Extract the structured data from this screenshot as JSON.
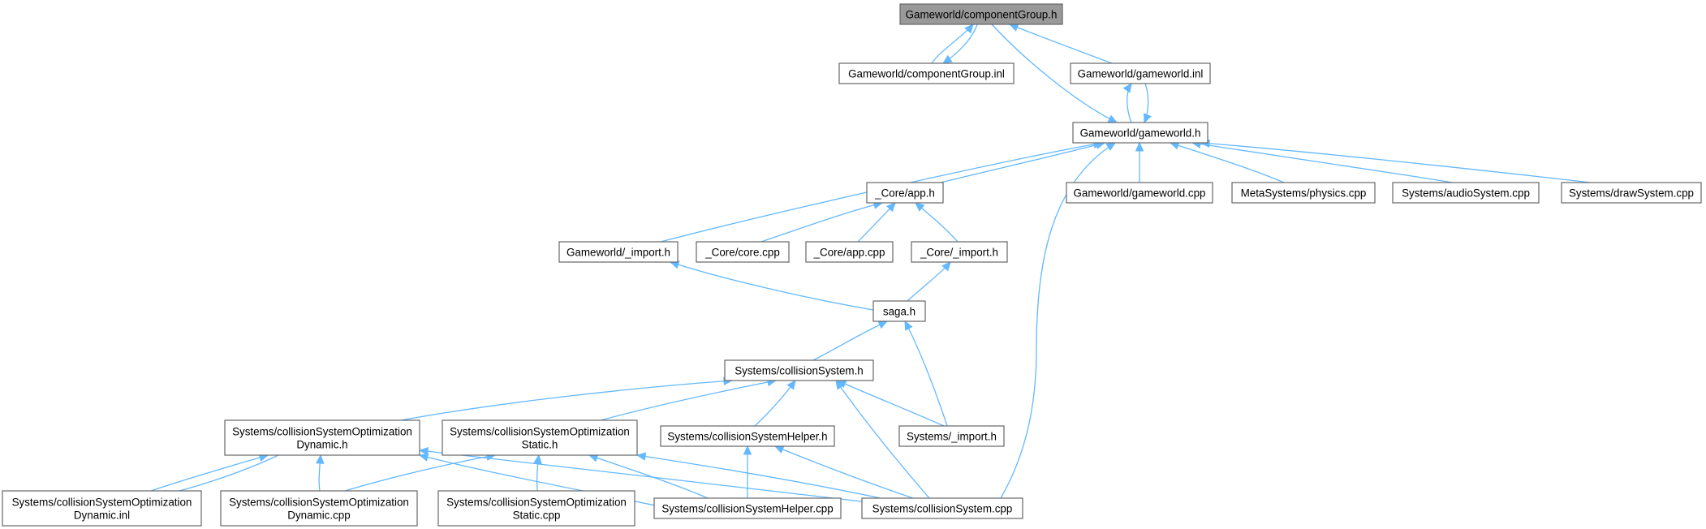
{
  "colors": {
    "edge": "#63b8ff",
    "node_border": "#666666",
    "root_fill": "#999999",
    "node_fill": "#ffffff"
  },
  "nodes": {
    "componentGroup_h": {
      "label": "Gameworld/componentGroup.h",
      "root": true
    },
    "componentGroup_inl": {
      "label": "Gameworld/componentGroup.inl"
    },
    "gameworld_inl": {
      "label": "Gameworld/gameworld.inl"
    },
    "gameworld_h": {
      "label": "Gameworld/gameworld.h"
    },
    "app_h": {
      "label": "_Core/app.h"
    },
    "gameworld_cpp": {
      "label": "Gameworld/gameworld.cpp"
    },
    "physics_cpp": {
      "label": "MetaSystems/physics.cpp"
    },
    "audioSystem_cpp": {
      "label": "Systems/audioSystem.cpp"
    },
    "drawSystem_cpp": {
      "label": "Systems/drawSystem.cpp"
    },
    "gw_import_h": {
      "label": "Gameworld/_import.h"
    },
    "core_cpp": {
      "label": "_Core/core.cpp"
    },
    "app_cpp": {
      "label": "_Core/app.cpp"
    },
    "core_import_h": {
      "label": "_Core/_import.h"
    },
    "saga_h": {
      "label": "saga.h"
    },
    "collisionSystem_h": {
      "label": "Systems/collisionSystem.h"
    },
    "csoDynamic_h": {
      "label": [
        "Systems/collisionSystemOptimization",
        "Dynamic.h"
      ]
    },
    "csoStatic_h": {
      "label": [
        "Systems/collisionSystemOptimization",
        "Static.h"
      ]
    },
    "csHelper_h": {
      "label": "Systems/collisionSystemHelper.h"
    },
    "sys_import_h": {
      "label": "Systems/_import.h"
    },
    "csoDynamic_inl": {
      "label": [
        "Systems/collisionSystemOptimization",
        "Dynamic.inl"
      ]
    },
    "csoDynamic_cpp": {
      "label": [
        "Systems/collisionSystemOptimization",
        "Dynamic.cpp"
      ]
    },
    "csoStatic_cpp": {
      "label": [
        "Systems/collisionSystemOptimization",
        "Static.cpp"
      ]
    },
    "csHelper_cpp": {
      "label": "Systems/collisionSystemHelper.cpp"
    },
    "collisionSystem_cpp": {
      "label": "Systems/collisionSystem.cpp"
    }
  },
  "edges": [
    {
      "from": "componentGroup_inl",
      "to": "componentGroup_h"
    },
    {
      "from": "componentGroup_h",
      "to": "componentGroup_inl"
    },
    {
      "from": "componentGroup_h",
      "to": "gameworld_h"
    },
    {
      "from": "gameworld_inl",
      "to": "componentGroup_h"
    },
    {
      "from": "gameworld_h",
      "to": "gameworld_inl"
    },
    {
      "from": "gameworld_inl",
      "to": "gameworld_h"
    },
    {
      "from": "gw_import_h",
      "to": "gameworld_h"
    },
    {
      "from": "app_h",
      "to": "gameworld_h"
    },
    {
      "from": "gameworld_cpp",
      "to": "gameworld_h"
    },
    {
      "from": "physics_cpp",
      "to": "gameworld_h"
    },
    {
      "from": "audioSystem_cpp",
      "to": "gameworld_h"
    },
    {
      "from": "drawSystem_cpp",
      "to": "gameworld_h"
    },
    {
      "from": "collisionSystem_cpp",
      "to": "gameworld_h"
    },
    {
      "from": "core_cpp",
      "to": "app_h"
    },
    {
      "from": "app_cpp",
      "to": "app_h"
    },
    {
      "from": "core_import_h",
      "to": "app_h"
    },
    {
      "from": "saga_h",
      "to": "gw_import_h"
    },
    {
      "from": "saga_h",
      "to": "core_import_h"
    },
    {
      "from": "collisionSystem_h",
      "to": "saga_h"
    },
    {
      "from": "sys_import_h",
      "to": "saga_h"
    },
    {
      "from": "csoDynamic_h",
      "to": "collisionSystem_h"
    },
    {
      "from": "csoStatic_h",
      "to": "collisionSystem_h"
    },
    {
      "from": "csHelper_h",
      "to": "collisionSystem_h"
    },
    {
      "from": "sys_import_h",
      "to": "collisionSystem_h"
    },
    {
      "from": "collisionSystem_cpp",
      "to": "collisionSystem_h"
    },
    {
      "from": "csoDynamic_inl",
      "to": "csoDynamic_h"
    },
    {
      "from": "csoDynamic_h",
      "to": "csoDynamic_inl"
    },
    {
      "from": "csoDynamic_cpp",
      "to": "csoDynamic_h"
    },
    {
      "from": "csHelper_cpp",
      "to": "csoDynamic_h"
    },
    {
      "from": "collisionSystem_cpp",
      "to": "csoDynamic_h"
    },
    {
      "from": "csoDynamic_cpp",
      "to": "csoStatic_h"
    },
    {
      "from": "csoStatic_cpp",
      "to": "csoStatic_h"
    },
    {
      "from": "csHelper_cpp",
      "to": "csoStatic_h"
    },
    {
      "from": "collisionSystem_cpp",
      "to": "csoStatic_h"
    },
    {
      "from": "csHelper_cpp",
      "to": "csHelper_h"
    },
    {
      "from": "collisionSystem_cpp",
      "to": "csHelper_h"
    }
  ]
}
